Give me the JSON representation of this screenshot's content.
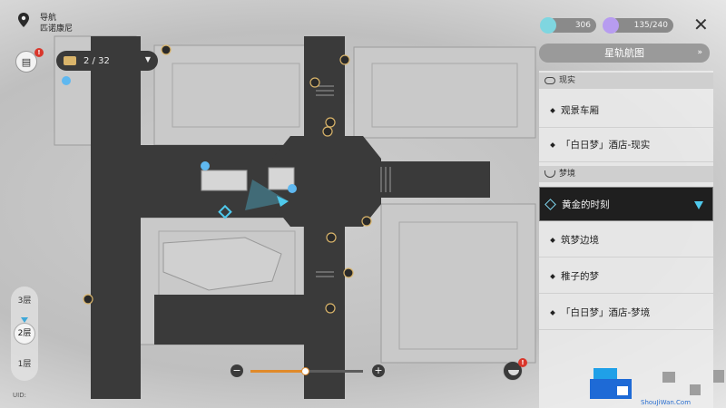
{
  "header": {
    "nav_label": "导航",
    "area_name": "匹诺康尼"
  },
  "chest_counter": {
    "text": "2 / 32"
  },
  "resources": [
    {
      "icon": "fuel-icon",
      "value": "306",
      "color": "#7fd6e0"
    },
    {
      "icon": "trailblaze-power-icon",
      "value": "135/240",
      "color": "#b79cf0"
    }
  ],
  "notification_badge": "!",
  "star_rail_map_button": "星轨航图",
  "sections": [
    {
      "title": "现实",
      "items": [
        "观景车厢",
        "「白日梦」酒店-现实"
      ]
    },
    {
      "title": "梦境",
      "items": [
        "黄金的时刻",
        "筑梦边境",
        "稚子的梦",
        "「白日梦」酒店-梦境"
      ]
    }
  ],
  "active_location": "黄金的时刻",
  "floors": [
    "3层",
    "2层",
    "1层"
  ],
  "current_floor": "2层",
  "zoom": {
    "minus": "−",
    "plus": "+",
    "level": 0.48
  },
  "uid_text": "UID:",
  "watermark": "ShouJiWan.Com",
  "colors": {
    "accent": "#4fc9ec",
    "zoom_fill": "#e08a2a",
    "badge": "#d9362b",
    "road": "#3a3a3a"
  }
}
